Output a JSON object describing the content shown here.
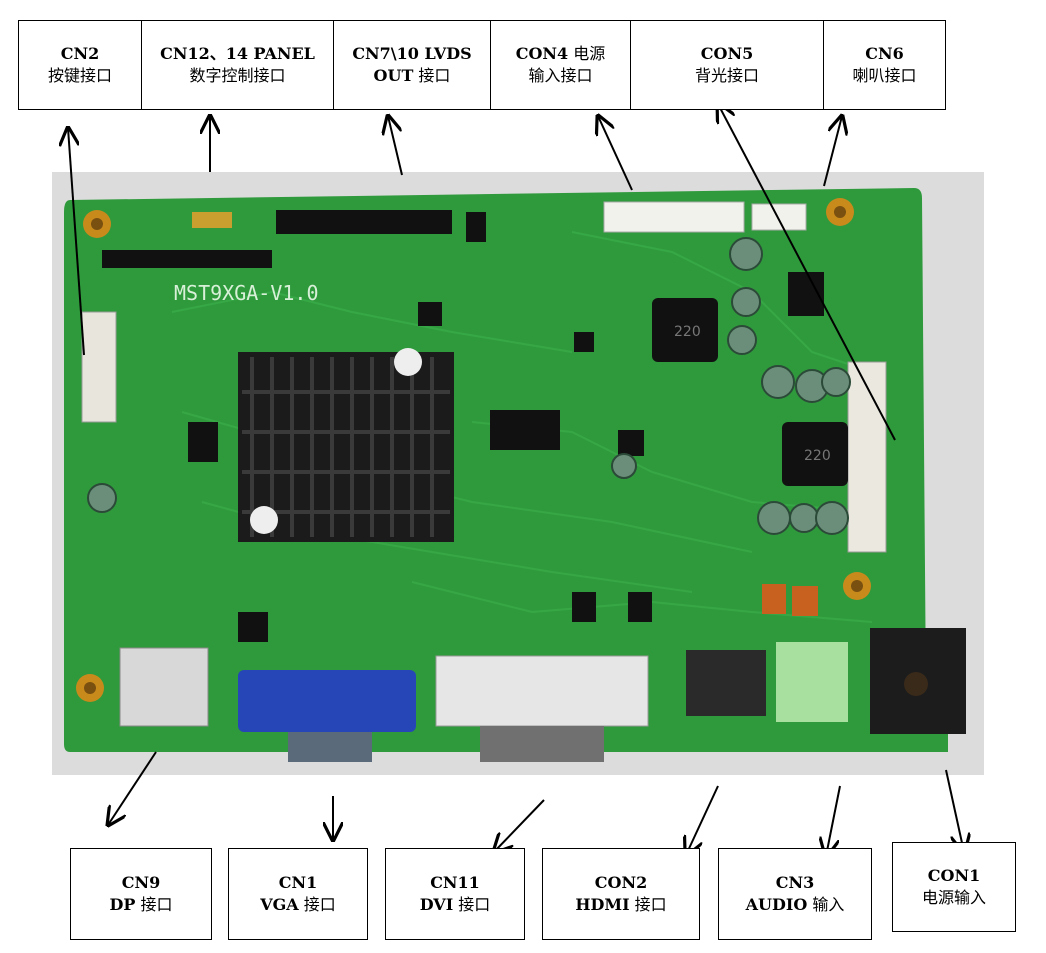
{
  "top_labels": [
    {
      "id": "cn2",
      "line1": "CN2",
      "line2": "按键接口"
    },
    {
      "id": "cn12",
      "line1": "CN12、14 PANEL",
      "line2": "数字控制接口"
    },
    {
      "id": "cn7",
      "line1": "CN7\\10 LVDS",
      "line2_bold": "OUT",
      "line2": " 接口"
    },
    {
      "id": "con4",
      "line1_bold": "CON4",
      "line1": " 电源",
      "line2": "输入接口"
    },
    {
      "id": "con5",
      "line1": "CON5",
      "line2": "背光接口"
    },
    {
      "id": "cn6",
      "line1": "CN6",
      "line2": "喇叭接口"
    }
  ],
  "bottom_labels": [
    {
      "id": "cn9",
      "line1": "CN9",
      "line2_bold": "DP",
      "line2": " 接口"
    },
    {
      "id": "cn1",
      "line1": "CN1",
      "line2_bold": "VGA",
      "line2": " 接口"
    },
    {
      "id": "cn11",
      "line1": "CN11",
      "line2_bold": "DVI",
      "line2": " 接口"
    },
    {
      "id": "con2",
      "line1": "CON2",
      "line2_bold": "HDMI",
      "line2": " 接口"
    },
    {
      "id": "cn3",
      "line1": "CN3",
      "line2_bold": "AUDIO",
      "line2": " 输入"
    },
    {
      "id": "con1",
      "line1": "CON1",
      "line2": "电源输入"
    }
  ],
  "board": {
    "silkscreen": "MST9XGA-V1.0",
    "inductor_marks": [
      "220",
      "220"
    ],
    "colors": {
      "pcb": "#2f9a3c",
      "pcb_dark": "#1f7a2c",
      "heatsink": "#1b1b1b",
      "vga": "#2646b8",
      "dvi": "#e6e6e6",
      "audio": "#a8e0a0",
      "mount": "#c98a1c"
    }
  }
}
